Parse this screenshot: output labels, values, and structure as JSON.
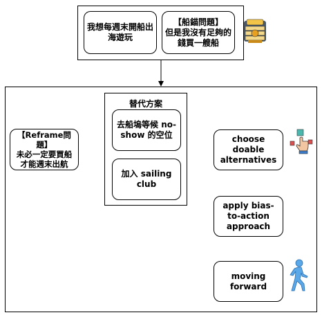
{
  "top_group": {
    "box1": "我想每週末開船出海遊玩",
    "box2_line1": "【船錨問題】",
    "box2_line2": "但是我沒有足夠的錢買一艘船"
  },
  "reframe_box": "【Reframe問題】\n未必一定要買船才能週末出航",
  "alternatives_group": {
    "title": "替代方案",
    "option1": "去船塢等候 no-show 的空位",
    "option2": "加入 sailing club"
  },
  "flow": {
    "step1": "choose doable alternatives",
    "step2": "apply bias-to-action approach",
    "step3": "moving forward"
  },
  "icons": {
    "money": "money-stack-icon",
    "choose": "hand-pick-icon",
    "walk": "walking-person-icon"
  }
}
